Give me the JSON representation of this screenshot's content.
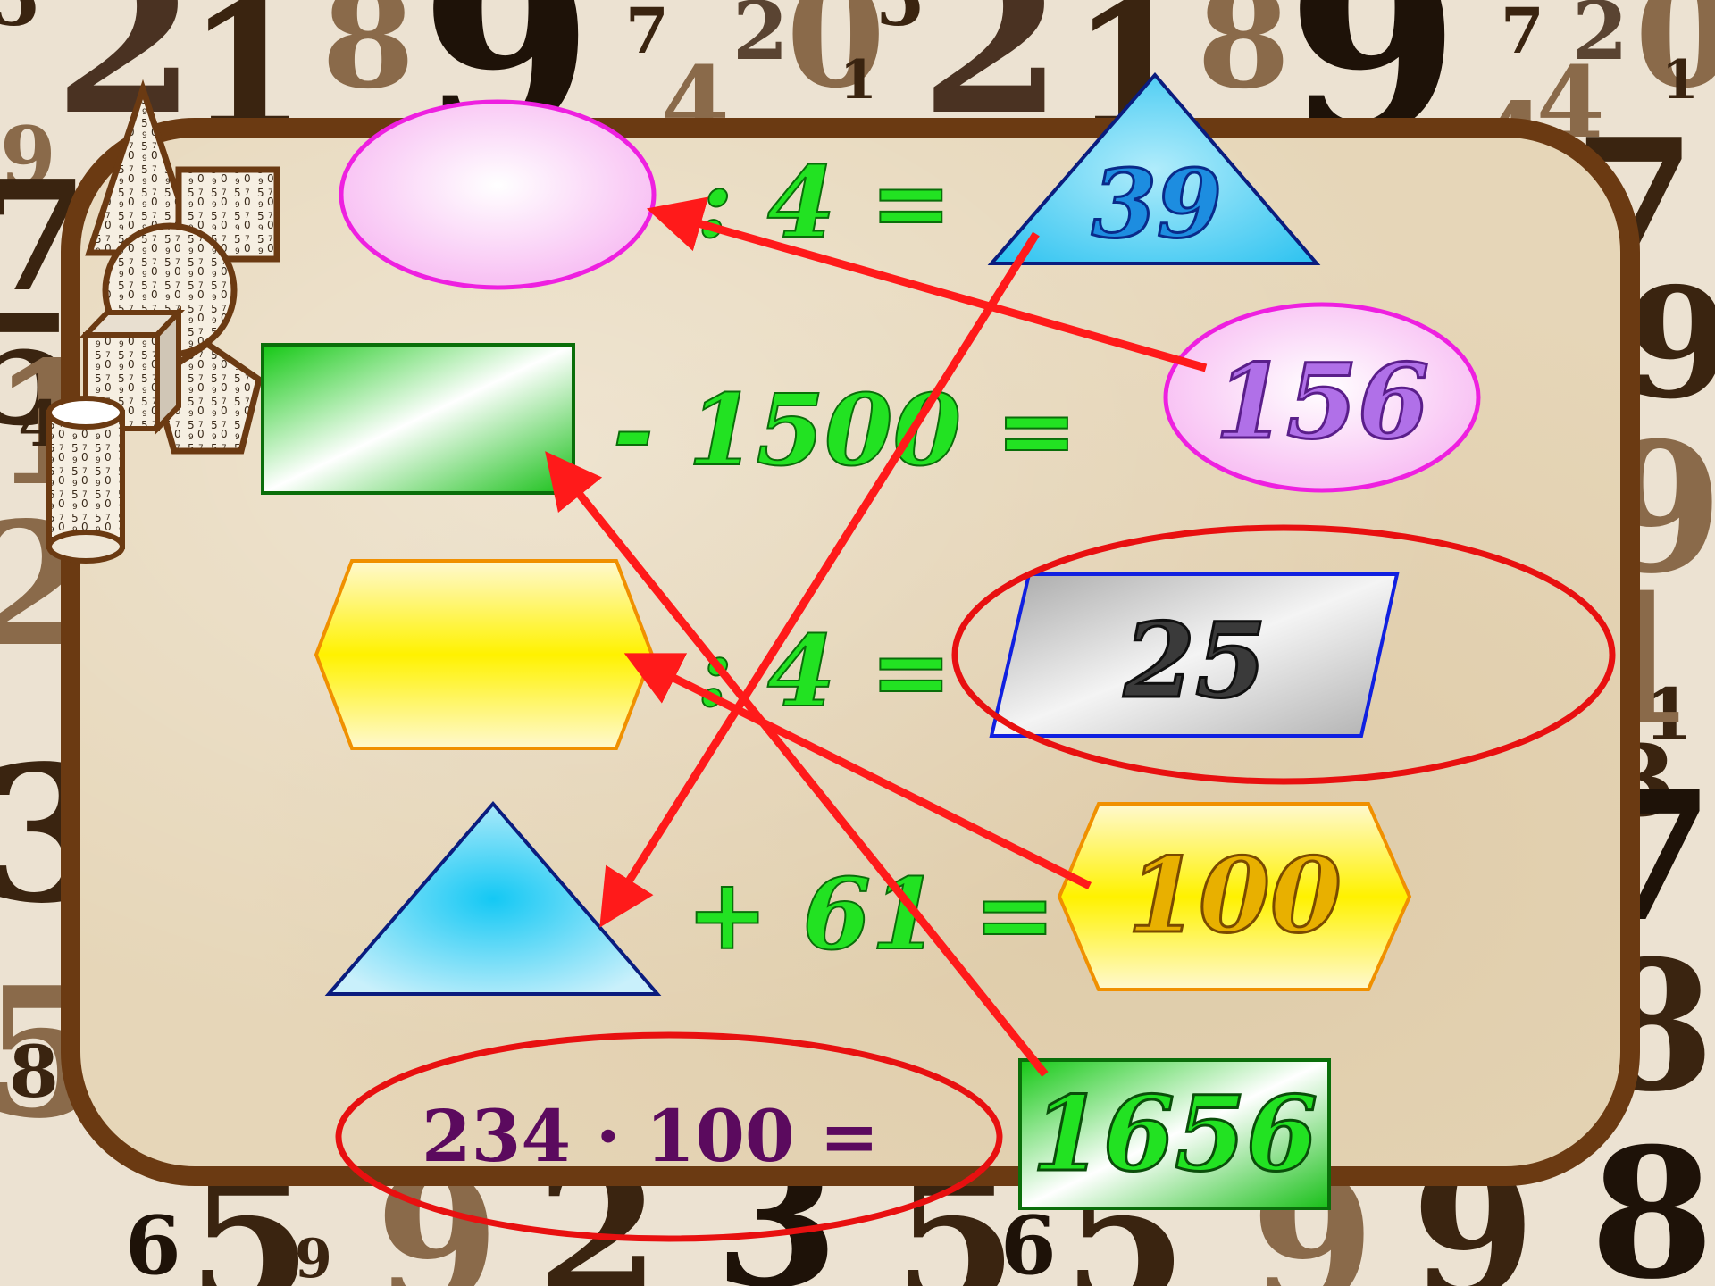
{
  "background_digits": [
    "5",
    "2",
    "1",
    "8",
    "9",
    "7",
    "2",
    "0",
    "5",
    "2",
    "1",
    "8",
    "9",
    "7",
    "2",
    "0",
    "1",
    "1",
    "9",
    "7",
    "5",
    "1",
    "4",
    "2",
    "3",
    "5",
    "6",
    "5",
    "9",
    "9",
    "2",
    "3",
    "5",
    "6",
    "5",
    "9",
    "9",
    "8",
    "7",
    "9",
    "1",
    "3",
    "7",
    "8",
    "9",
    "1",
    "8",
    "4",
    "4",
    "4"
  ],
  "equations": [
    {
      "operator": ": 4 =",
      "value": "39"
    },
    {
      "operator": "- 1500 =",
      "value": "156"
    },
    {
      "operator": ": 4 =",
      "value": "25"
    },
    {
      "operator": "+ 61 =",
      "value": "100"
    }
  ],
  "final": {
    "expression": "234 · 100 =",
    "value": "1656"
  },
  "colors": {
    "frame": "#6b3a12",
    "operator_text": "#22e222",
    "arrow": "#ff1a1a",
    "highlight_ring": "#e81010"
  },
  "icons": [
    "cone-icon",
    "cube-icon",
    "cylinder-icon",
    "pentagon-icon",
    "sphere-icon",
    "square-icon"
  ]
}
